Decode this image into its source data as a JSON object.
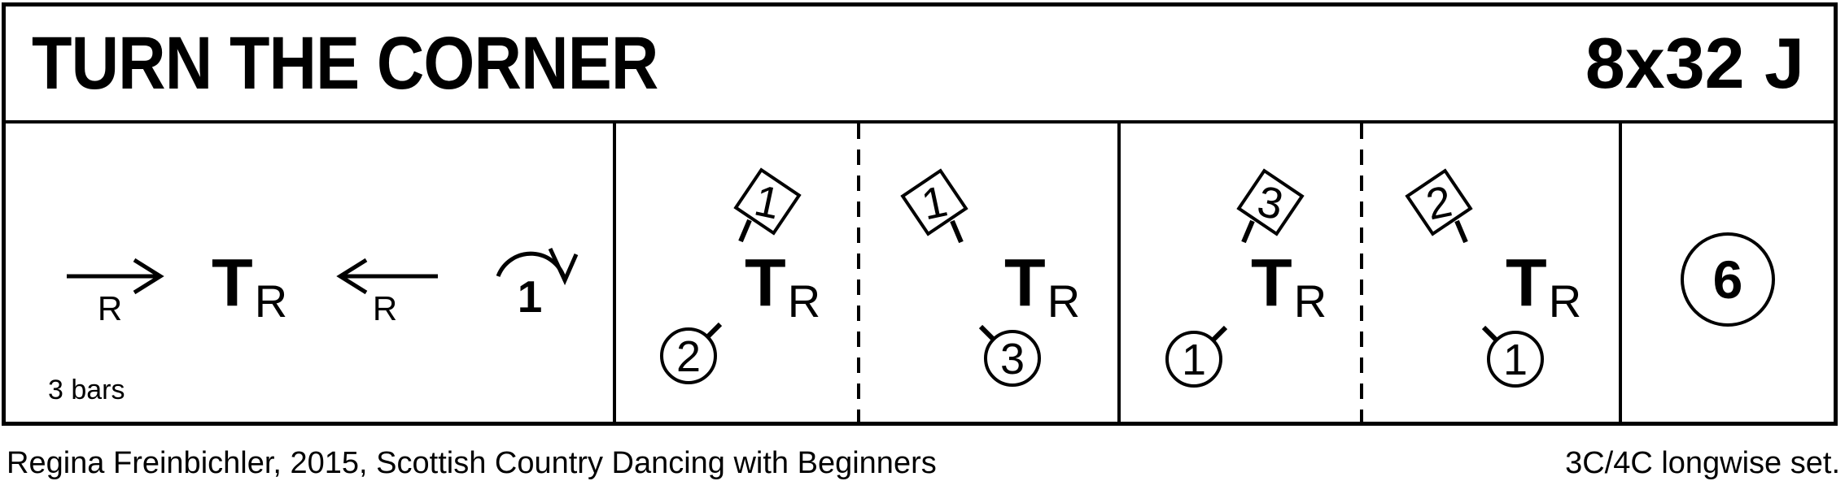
{
  "header": {
    "title": "TURN THE CORNER",
    "code": "8x32 J"
  },
  "bars_1_3": {
    "advance_hand": "R",
    "turn": "T",
    "turn_hand": "R",
    "retire_hand": "R",
    "cast_couple": "1",
    "duration": "3 bars"
  },
  "turns": [
    {
      "man": "1",
      "turn": "T",
      "hand": "R",
      "woman": "2"
    },
    {
      "man": "1",
      "turn": "T",
      "hand": "R",
      "woman": "3"
    },
    {
      "man": "3",
      "turn": "T",
      "hand": "R",
      "woman": "1"
    },
    {
      "man": "2",
      "turn": "T",
      "hand": "R",
      "woman": "1"
    }
  ],
  "circle_six": {
    "label": "6"
  },
  "footer": {
    "credit": "Regina Freinbichler, 2015, Scottish Country Dancing with Beginners",
    "set": "3C/4C longwise set."
  }
}
